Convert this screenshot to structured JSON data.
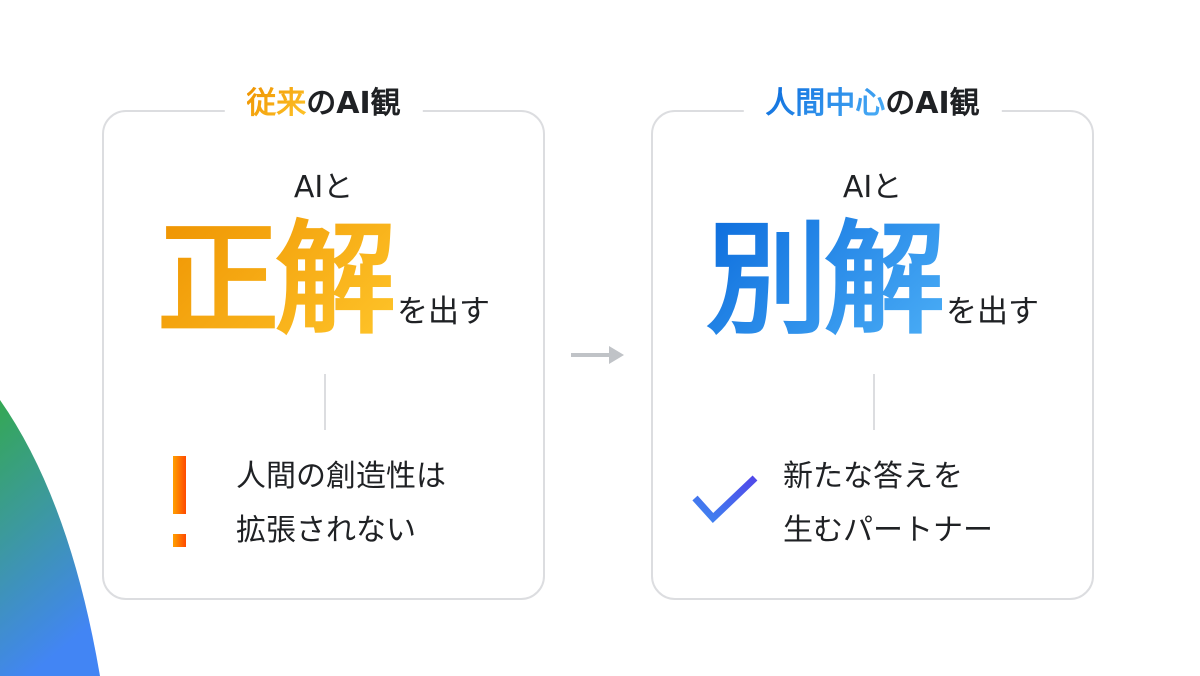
{
  "left_card": {
    "title_highlight": "従来",
    "title_rest": "のAI観",
    "ai_label": "AIと",
    "big_word": "正解",
    "suffix": "を出す",
    "bottom_line1": "人間の創造性は",
    "bottom_line2": "拡張されない",
    "icon": "exclamation-icon"
  },
  "right_card": {
    "title_highlight": "人間中心",
    "title_rest": "のAI観",
    "ai_label": "AIと",
    "big_word": "別解",
    "suffix": "を出す",
    "bottom_line1": "新たな答えを",
    "bottom_line2": "生むパートナー",
    "icon": "checkmark-icon"
  },
  "colors": {
    "orange_start": "#ee9200",
    "orange_end": "#ffc62b",
    "blue_start": "#0b6bdc",
    "blue_end": "#4db0f7",
    "border": "#dcdde0",
    "arrow": "#c0c3c7"
  }
}
